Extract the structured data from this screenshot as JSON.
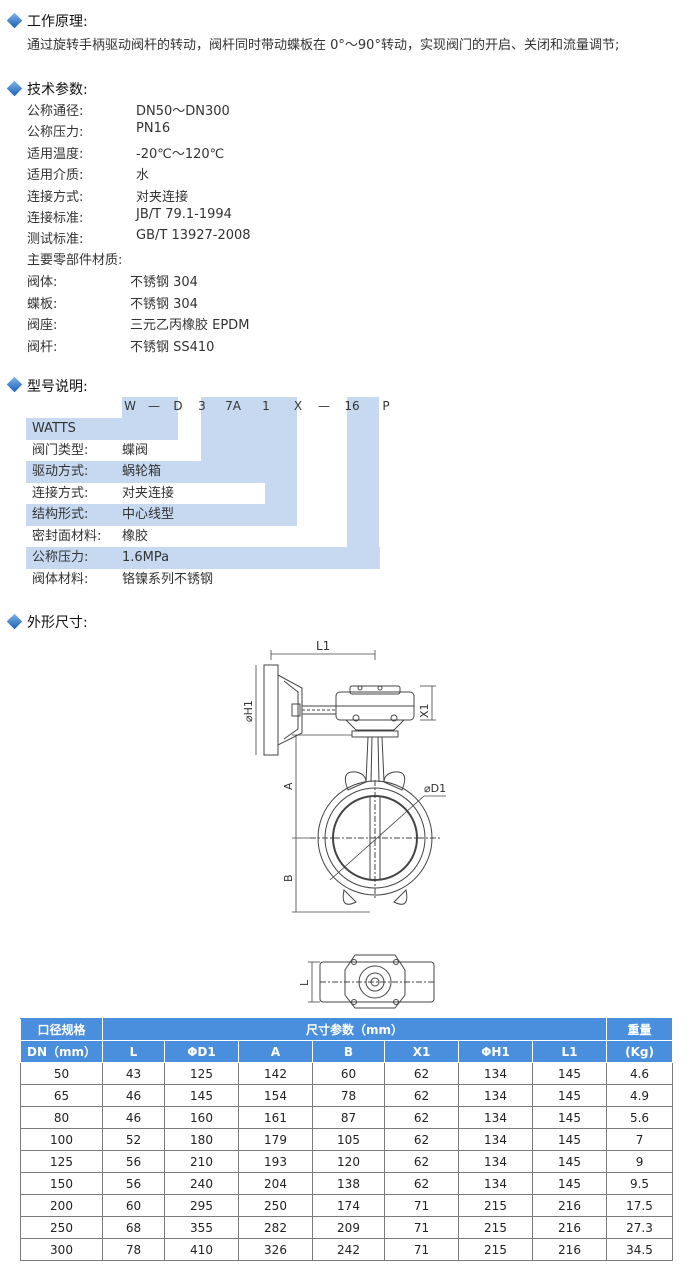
{
  "principle": {
    "title": "工作原理:",
    "text": "通过旋转手柄驱动阀杆的转动，阀杆同时带动蝶板在 0°～90°转动，实现阀门的开启、关闭和流量调节;"
  },
  "specs": {
    "title": "技术参数:",
    "items": [
      {
        "label": "公称通径:",
        "value": "DN50～DN300"
      },
      {
        "label": "公称压力:",
        "value": "PN16"
      },
      {
        "label": "适用温度:",
        "value": "-20℃～120℃"
      },
      {
        "label": "适用介质:",
        "value": "水"
      },
      {
        "label": "连接方式:",
        "value": "对夹连接"
      },
      {
        "label": "连接标准:",
        "value": "JB/T 79.1-1994"
      },
      {
        "label": "测试标准:",
        "value": "GB/T 13927-2008"
      }
    ],
    "materials_title": "主要零部件材质:",
    "materials": [
      {
        "label": "阀体:",
        "value": "不锈钢 304"
      },
      {
        "label": "蝶板:",
        "value": "不锈钢 304"
      },
      {
        "label": "阀座:",
        "value": "三元乙丙橡胶 EPDM"
      },
      {
        "label": "阀杆:",
        "value": "不锈钢 SS410"
      }
    ]
  },
  "model": {
    "title": "型号说明:",
    "code": [
      "W",
      "—",
      "D",
      "3",
      "7A",
      "1",
      "X",
      "—",
      "16",
      "P"
    ],
    "rows": [
      {
        "label": "WATTS",
        "value": ""
      },
      {
        "label": "阀门类型:",
        "value": "蝶阀"
      },
      {
        "label": "驱动方式:",
        "value": "蜗轮箱"
      },
      {
        "label": "连接方式:",
        "value": "对夹连接"
      },
      {
        "label": "结构形式:",
        "value": "中心线型"
      },
      {
        "label": "密封面材料:",
        "value": "橡胶"
      },
      {
        "label": "公称压力:",
        "value": "1.6MPa"
      },
      {
        "label": "阀体材料:",
        "value": "铬镍系列不锈钢"
      }
    ]
  },
  "dimensions": {
    "title": "外形尺寸:",
    "drawing_labels": {
      "l1": "L1",
      "h1": "⌀H1",
      "x1": "X1",
      "d1": "⌀D1",
      "a": "A",
      "b": "B",
      "l": "L"
    }
  },
  "table": {
    "header_col1_top": "口径规格",
    "header_col1_bottom": "DN（mm）",
    "header_group": "尺寸参数（mm）",
    "header_last_top": "重量",
    "header_last_bottom": "(Kg)",
    "sub_headers": [
      "L",
      "ΦD1",
      "A",
      "B",
      "X1",
      "ΦH1",
      "L1"
    ],
    "rows": [
      [
        "50",
        "43",
        "125",
        "142",
        "60",
        "62",
        "134",
        "145",
        "4.6"
      ],
      [
        "65",
        "46",
        "145",
        "154",
        "78",
        "62",
        "134",
        "145",
        "4.9"
      ],
      [
        "80",
        "46",
        "160",
        "161",
        "87",
        "62",
        "134",
        "145",
        "5.6"
      ],
      [
        "100",
        "52",
        "180",
        "179",
        "105",
        "62",
        "134",
        "145",
        "7"
      ],
      [
        "125",
        "56",
        "210",
        "193",
        "120",
        "62",
        "134",
        "145",
        "9"
      ],
      [
        "150",
        "56",
        "240",
        "204",
        "138",
        "62",
        "134",
        "145",
        "9.5"
      ],
      [
        "200",
        "60",
        "295",
        "250",
        "174",
        "71",
        "215",
        "216",
        "17.5"
      ],
      [
        "250",
        "68",
        "355",
        "282",
        "209",
        "71",
        "215",
        "216",
        "27.3"
      ],
      [
        "300",
        "78",
        "410",
        "326",
        "242",
        "71",
        "215",
        "216",
        "34.5"
      ]
    ]
  }
}
